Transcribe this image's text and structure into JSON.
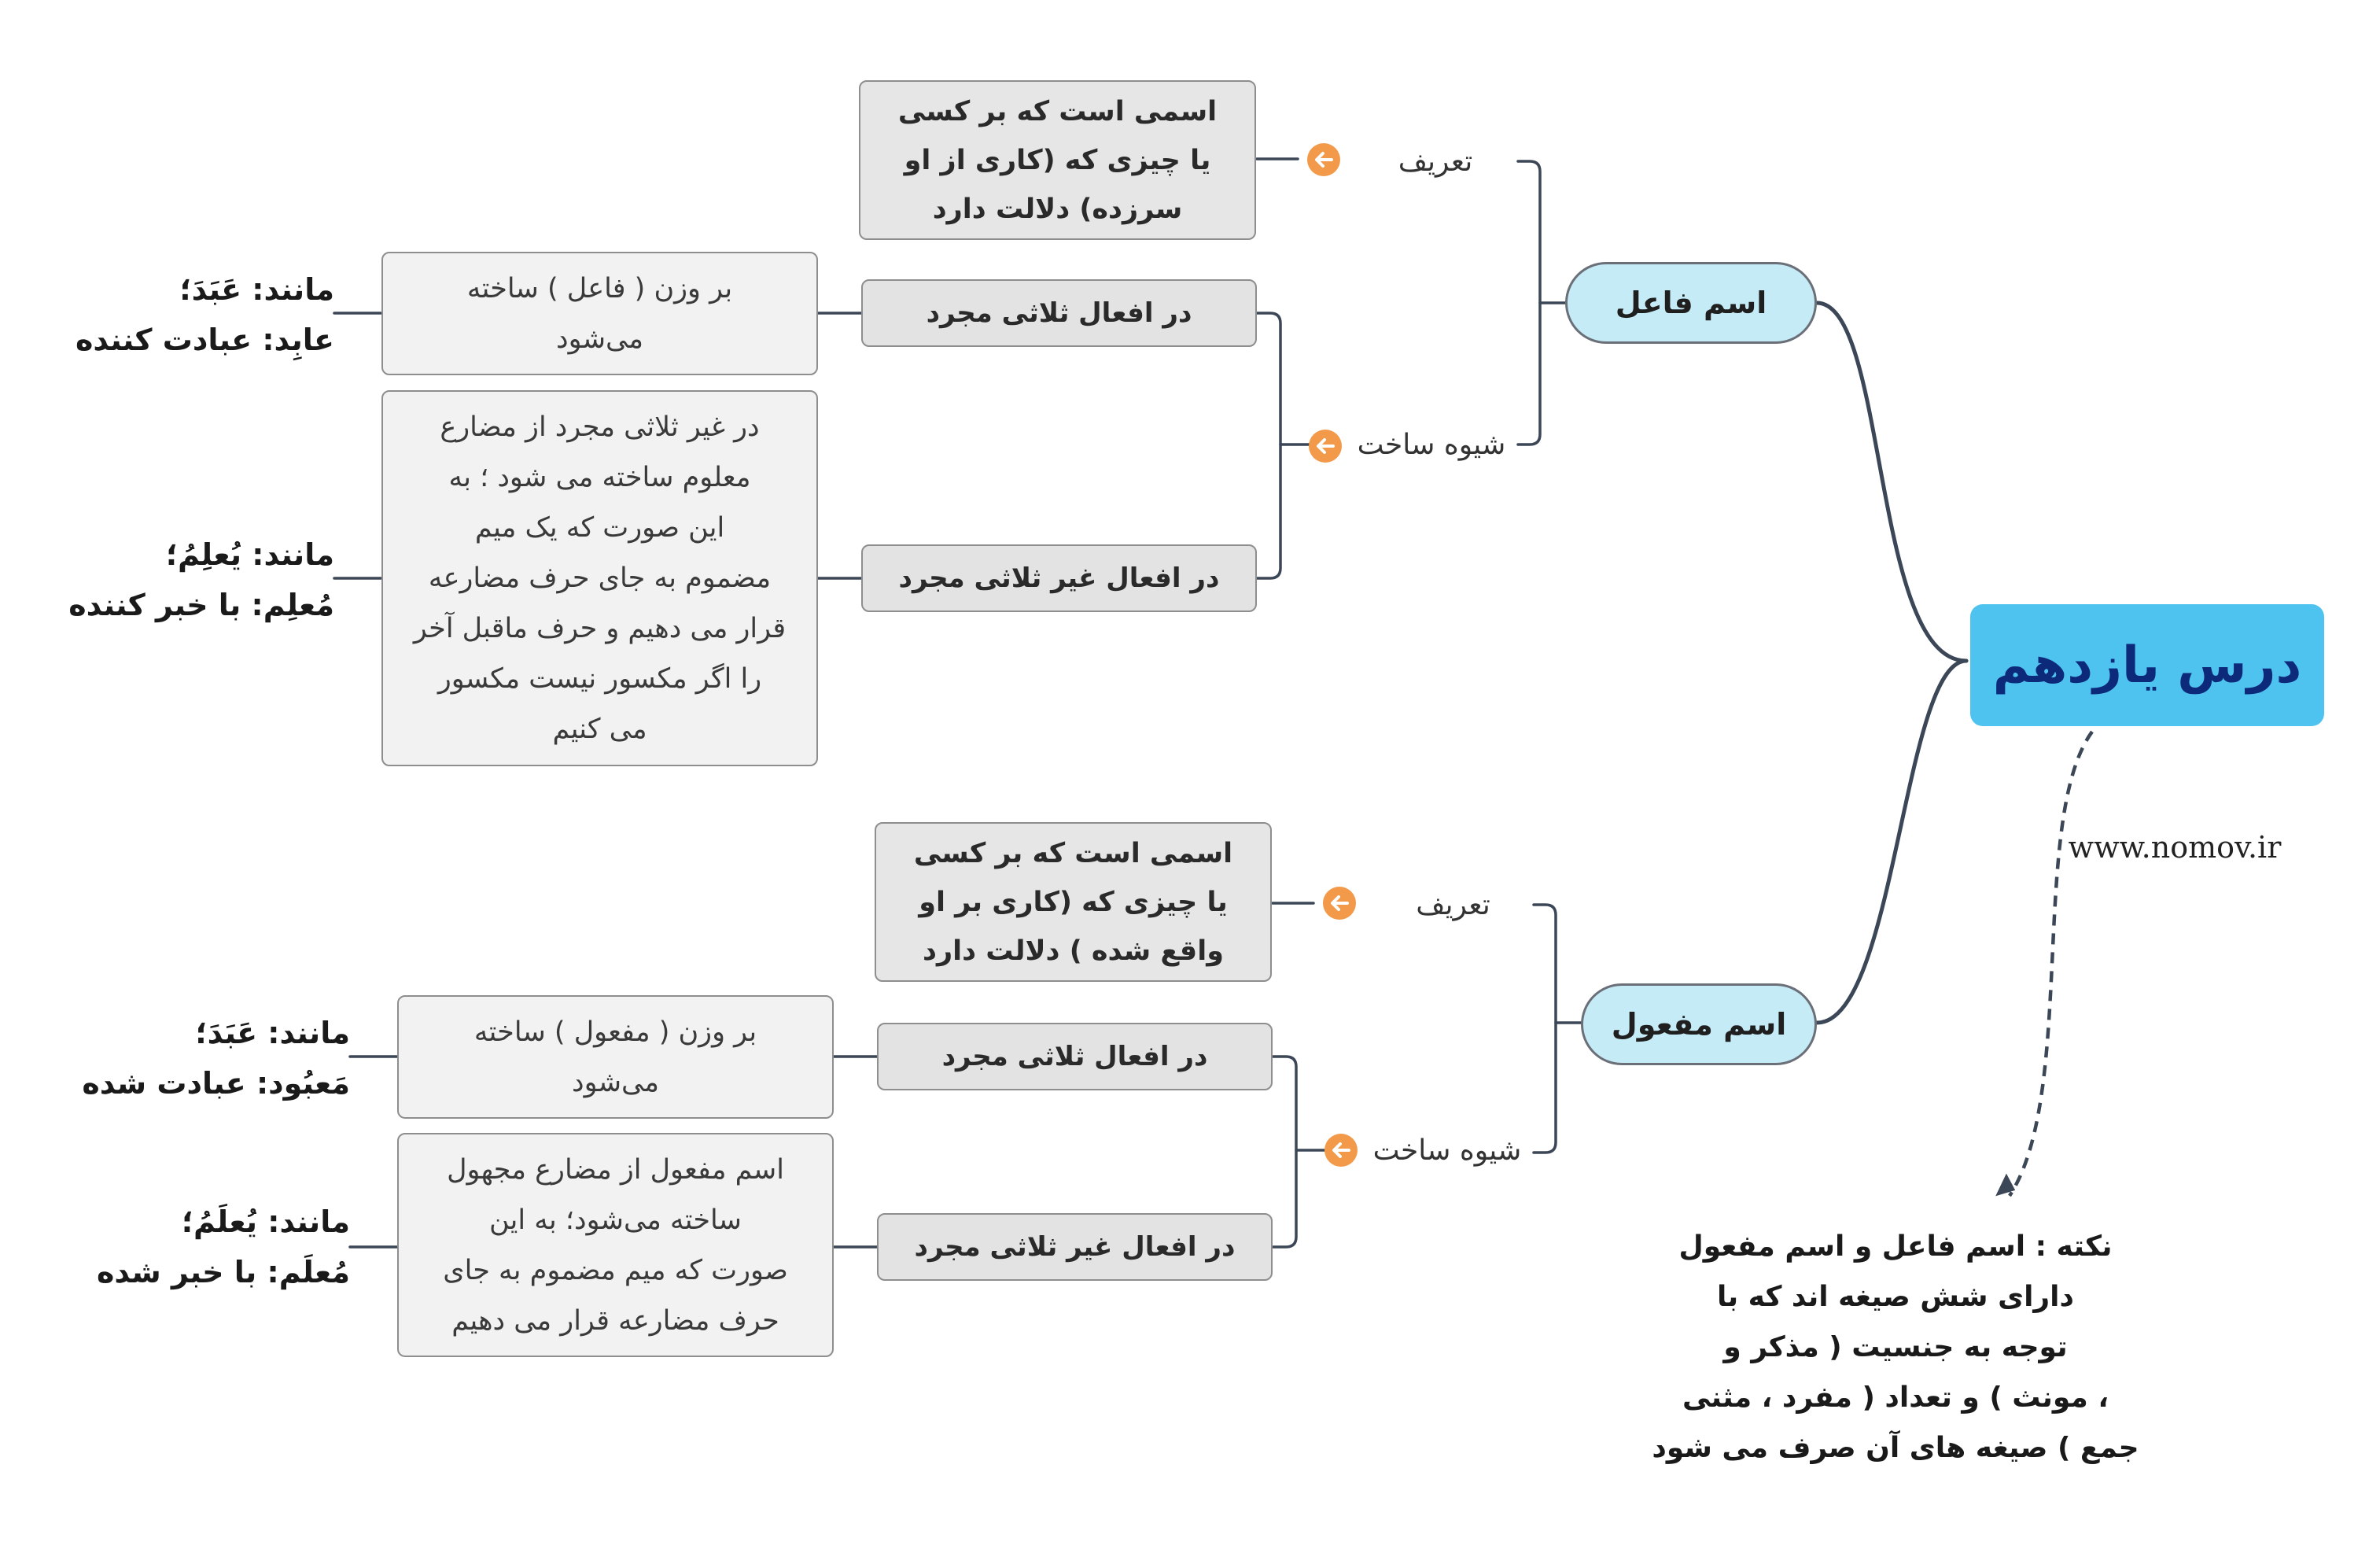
{
  "root": {
    "title": "درس یازدهم"
  },
  "website": "www.nomov.ir",
  "note": "نکته : اسم فاعل و اسم مفعول\nدارای شش صیغه اند که با\nتوجه به جنسیت ( مذکر و\n، مونث ) و تعداد ( مفرد ، مثنی\nجمع ) صیغه های آن صرف می شود",
  "fael": {
    "title": "اسم فاعل",
    "def_label": "تعریف",
    "def_text": "اسمی  است که بر کسی\nیا چیزی که (کاری از او\nسرزده) دلالت دارد",
    "build_label": "شیوه ساخت",
    "thulathi": {
      "label": "در افعال ثلاثی  مجرد",
      "desc": "بر وزن ( فاعل ) ساخته\nمی‌شود",
      "example": "مانند:  عَبَدَ؛\nعابِد: عبادت کننده"
    },
    "ghair": {
      "label": "در افعال غیر ثلاثی مجرد",
      "desc": "در غیر ثلاثی مجرد از مضارع\nمعلوم ساخته می شود ؛ به\nاین صورت که یک میم\nمضموم به جای حرف مضارعه\nقرار می دهیم و حرف ماقبل آخر\nرا اگر مکسور نیست مکسور\nمی کنیم",
      "example": "مانند:  یُعلِمُ؛\nمُعلِم: با خبر کننده"
    }
  },
  "mafool": {
    "title": "اسم مفعول",
    "def_label": "تعریف",
    "def_text": "اسمی است که بر کسی\nیا چیزی که (کاری بر او\nواقع شده ) دلالت دارد",
    "build_label": "شیوه ساخت",
    "thulathi": {
      "label": "در افعال ثلاثی مجرد",
      "desc": "بر وزن ( مفعول ) ساخته\nمی‌شود",
      "example": "مانند:   عَبَدَ؛\nمَعبُود: عبادت شده"
    },
    "ghair": {
      "label": "در افعال غیر ثلاثی مجرد",
      "desc": "اسم مفعول از مضارع مجهول\nساخته می‌شود؛ به این\nصورت که میم مضموم به جای\nحرف مضارعه قرار می دهیم",
      "example": "مانند:   یُعلَمُ؛\nمُعلَم: با خبر شده"
    }
  },
  "colors": {
    "root": "#4fc3f0",
    "root_text": "#0d2a7a",
    "main_topic": "#c5ebf7",
    "line": "#3b4657",
    "arrow_icon": "#f29a4a"
  },
  "icons": [
    "arrow-left-icon"
  ]
}
